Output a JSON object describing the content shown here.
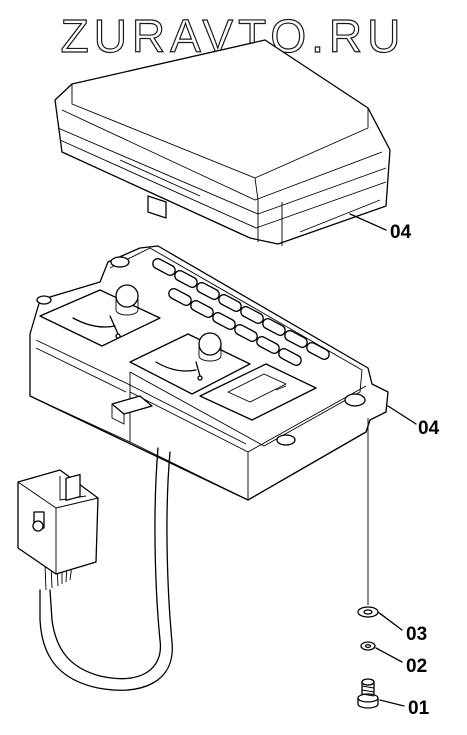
{
  "watermark": "ZURAVTO.RU",
  "callouts": {
    "cover": "04",
    "body": "04",
    "washer": "03",
    "lock_washer": "02",
    "screw": "01"
  }
}
